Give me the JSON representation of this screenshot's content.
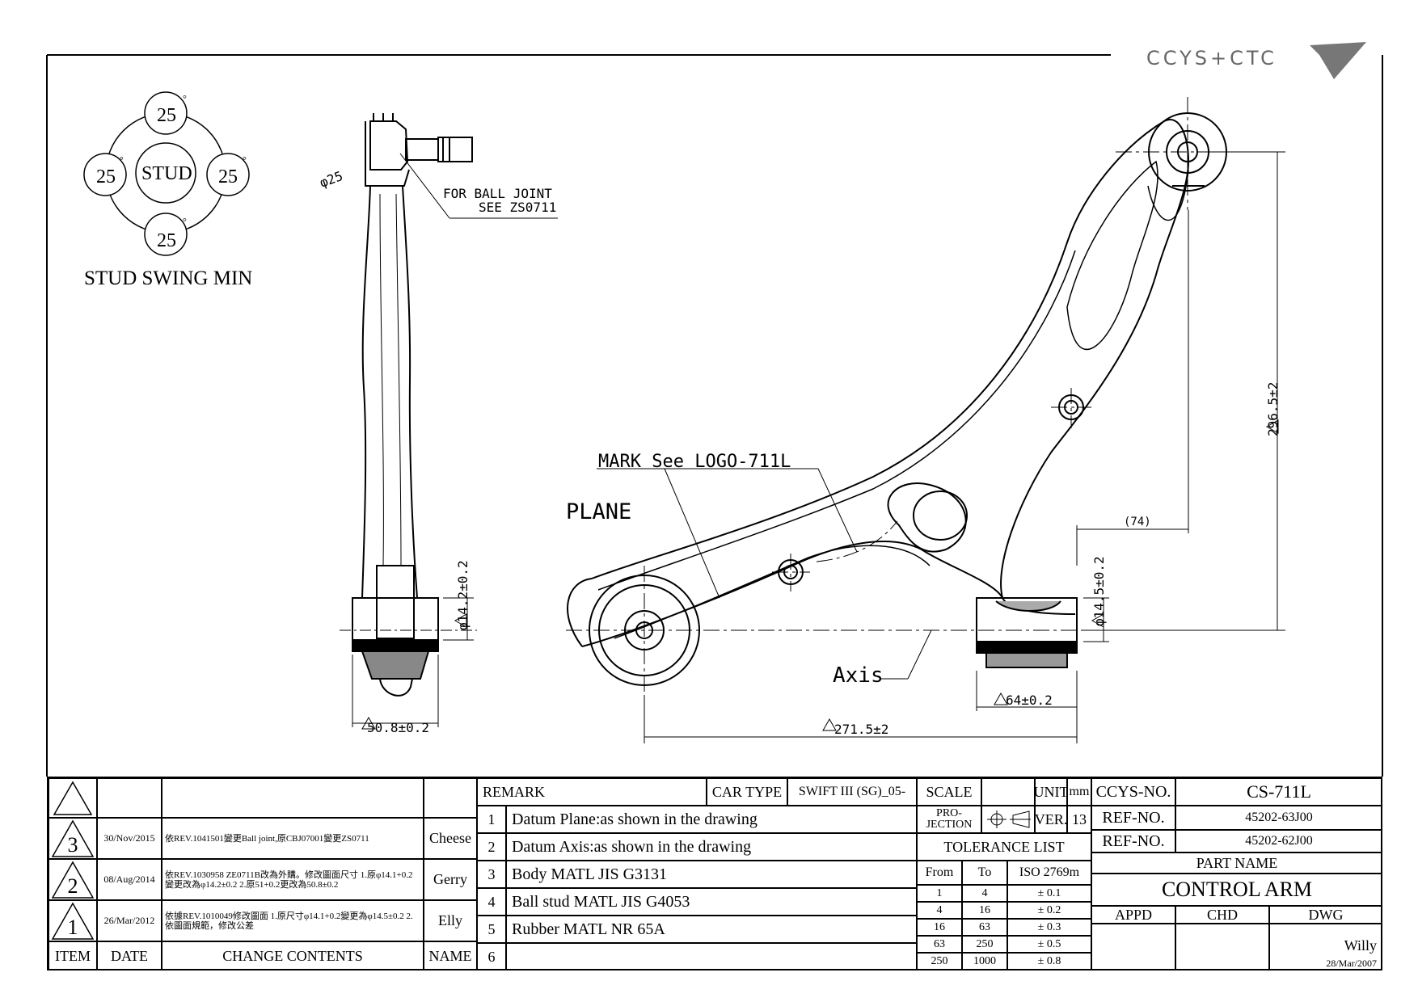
{
  "logo": {
    "text": "CCYS+CTC"
  },
  "stud_swing": {
    "values": [
      "25",
      "25",
      "25",
      "25"
    ],
    "degree": "°",
    "center": "STUD",
    "caption": "STUD SWING MIN"
  },
  "annotations": {
    "ball_joint_1": "FOR BALL JOINT",
    "ball_joint_2": "SEE ZS0711",
    "phi25": "φ25",
    "mark": "MARK See LOGO-711L",
    "plane": "PLANE",
    "axis": "Axis"
  },
  "dimensions": {
    "d_142": "φ14.2±0.2",
    "d_508": "50.8±0.2",
    "d_2965": "296.5±2",
    "d_74": "(74)",
    "d_145": "φ14.5±0.2",
    "d_64": "64±0.2",
    "d_2715": "271.5±2"
  },
  "revisions": {
    "rows": [
      {
        "item": "3",
        "date": "30/Nov/2015",
        "content": "依REV.1041501變更Ball joint,原CBJ07001變更ZS0711",
        "name": "Cheese"
      },
      {
        "item": "2",
        "date": "08/Aug/2014",
        "content": "依REV.1030958 ZE0711B改為外購。修改圖面尺寸 1.原φ14.1+0.2變更改為φ14.2±0.2 2.原51+0.2更改為50.8±0.2",
        "name": "Gerry"
      },
      {
        "item": "1",
        "date": "26/Mar/2012",
        "content": "依據REV.1010049修改圖面 1.原尺寸φ14.1+0.2變更為φ14.5±0.2 2.依圖面規範，修改公差",
        "name": "Elly"
      }
    ],
    "headers": {
      "item": "ITEM",
      "date": "DATE",
      "content": "CHANGE CONTENTS",
      "name": "NAME"
    }
  },
  "remarks": {
    "header": "REMARK",
    "car_type_label": "CAR TYPE",
    "car_type": "SWIFT III (SG)_05-",
    "items": [
      {
        "no": "1",
        "text": "Datum Plane:as shown in the drawing"
      },
      {
        "no": "2",
        "text": "Datum Axis:as shown in the drawing"
      },
      {
        "no": "3",
        "text": "Body MATL JIS G3131"
      },
      {
        "no": "4",
        "text": "Ball stud MATL JIS G4053"
      },
      {
        "no": "5",
        "text": "Rubber MATL NR 65A"
      },
      {
        "no": "6",
        "text": ""
      }
    ]
  },
  "info": {
    "scale_label": "SCALE",
    "unit_label": "UNIT",
    "unit": "mm",
    "projection_label": "PRO-\nJECTION",
    "ver_label": "VER.",
    "ver": "13",
    "tolerance_title": "TOLERANCE LIST",
    "tol_headers": [
      "From",
      "To",
      "ISO 2769m"
    ],
    "tolerances": [
      {
        "from": "1",
        "to": "4",
        "tol": "± 0.1"
      },
      {
        "from": "4",
        "to": "16",
        "tol": "± 0.2"
      },
      {
        "from": "16",
        "to": "63",
        "tol": "± 0.3"
      },
      {
        "from": "63",
        "to": "250",
        "tol": "± 0.5"
      },
      {
        "from": "250",
        "to": "1000",
        "tol": "± 0.8"
      }
    ]
  },
  "part": {
    "ccys_label": "CCYS-NO.",
    "ccys_no": "CS-711L",
    "ref_label": "REF-NO.",
    "ref_1": "45202-63J00",
    "ref_2": "45202-62J00",
    "part_name_label": "PART NAME",
    "part_name": "CONTROL ARM",
    "appd": "APPD",
    "chd": "CHD",
    "dwg": "DWG",
    "drawer": "Willy",
    "date": "28/Mar/2007"
  }
}
